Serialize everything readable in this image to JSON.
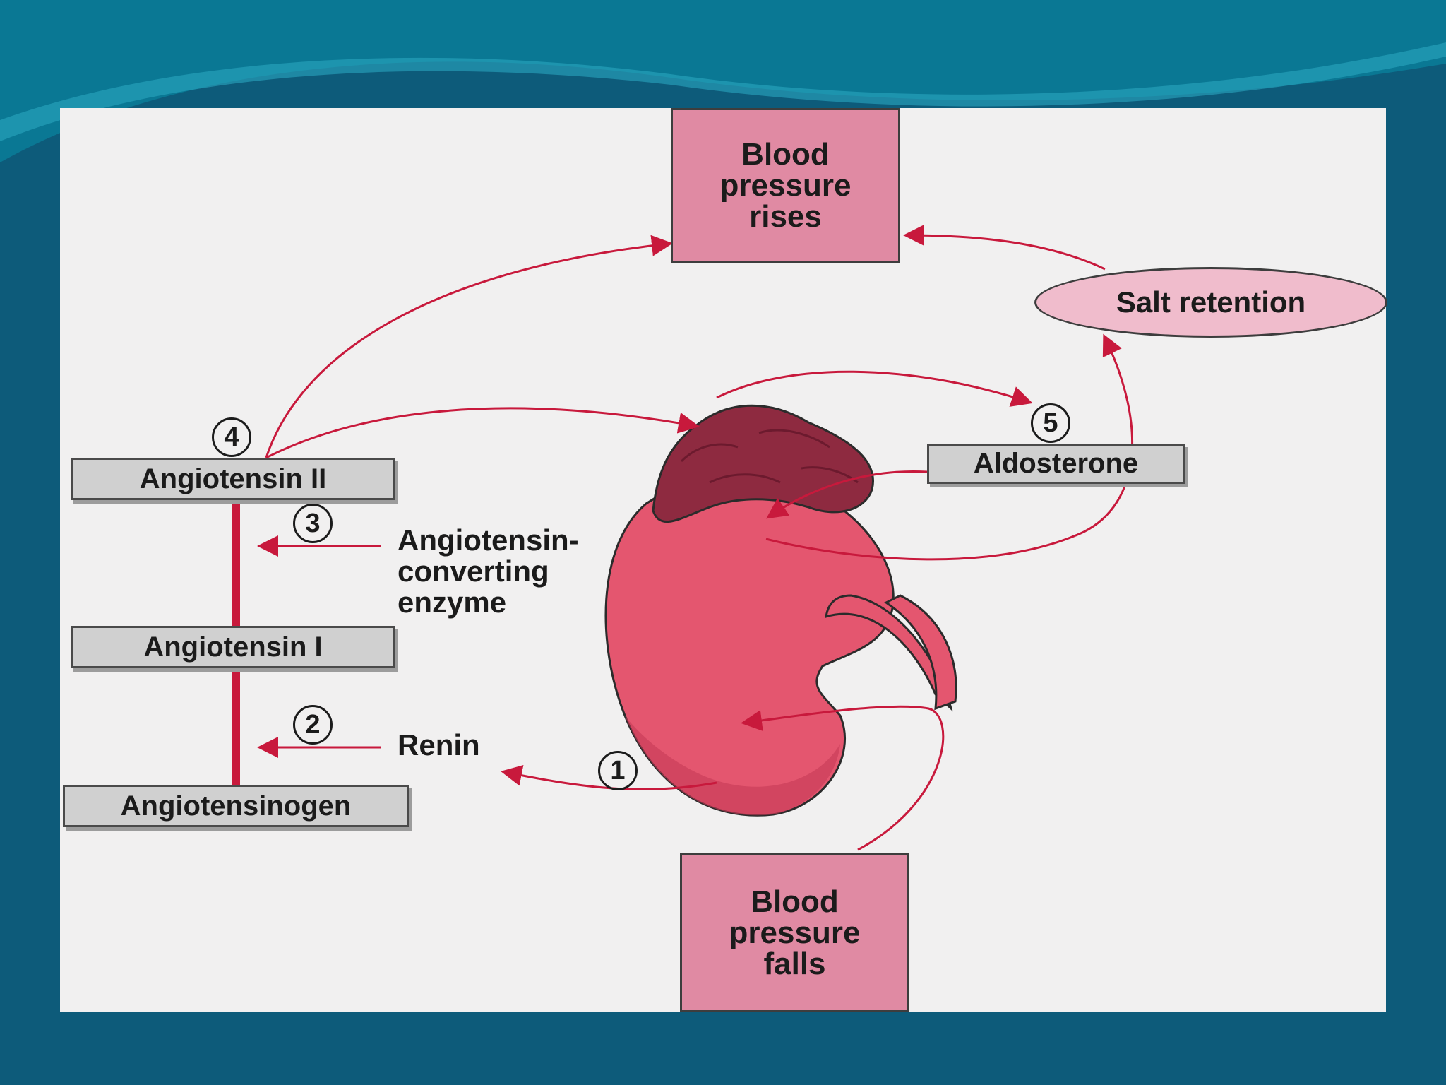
{
  "boxes": {
    "bp_rises": "Blood\npressure\nrises",
    "bp_falls": "Blood\npressure\nfalls",
    "salt_retention": "Salt retention",
    "aldosterone": "Aldosterone",
    "angiotensin_ii": "Angiotensin II",
    "angiotensin_i": "Angiotensin I",
    "angiotensinogen": "Angiotensinogen"
  },
  "labels": {
    "ace": "Angiotensin-\nconverting\nenzyme",
    "renin": "Renin"
  },
  "steps": [
    "1",
    "2",
    "3",
    "4",
    "5"
  ],
  "colors": {
    "arrow": "#c8193c",
    "box_fill": "#e08aa3",
    "kidney": "#e4566f",
    "adrenal": "#8e2a40",
    "slide_background": "#0d5b7a"
  }
}
